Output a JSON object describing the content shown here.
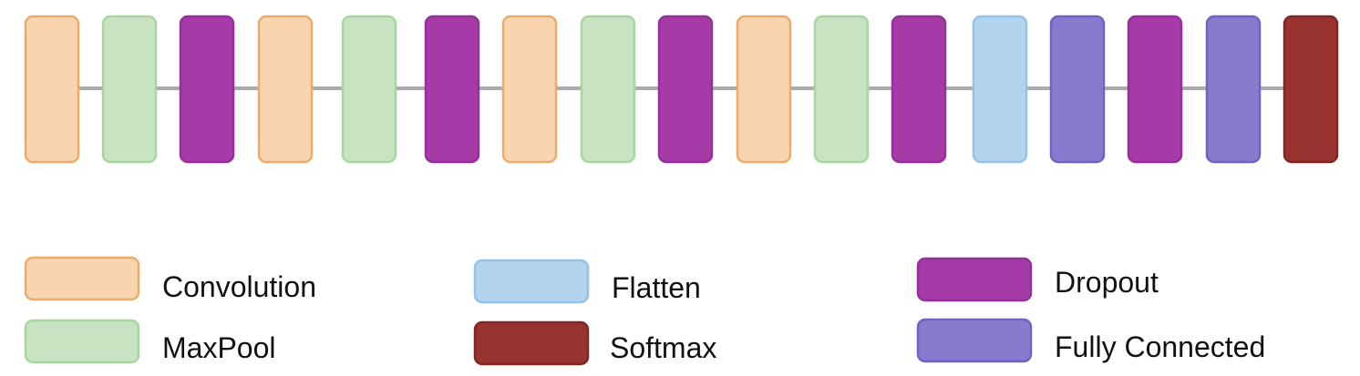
{
  "layer_types": {
    "conv": {
      "label": "Convolution",
      "fill": "#f8d5b0",
      "stroke": "#ebac6c"
    },
    "maxpool": {
      "label": "MaxPool",
      "fill": "#c7e3c2",
      "stroke": "#a8d5a0"
    },
    "dropout": {
      "label": "Dropout",
      "fill": "#a63aa6",
      "stroke": "#93309a"
    },
    "flatten": {
      "label": "Flatten",
      "fill": "#b2d4ef",
      "stroke": "#96c2e6"
    },
    "fc": {
      "label": "Fully Connected",
      "fill": "#877acf",
      "stroke": "#6f62c0"
    },
    "softmax": {
      "label": "Softmax",
      "fill": "#983330",
      "stroke": "#7e2824"
    }
  },
  "connector_color": "#aaaaaa",
  "sequence": [
    "conv",
    "maxpool",
    "dropout",
    "conv",
    "maxpool",
    "dropout",
    "conv",
    "maxpool",
    "dropout",
    "conv",
    "maxpool",
    "dropout",
    "flatten",
    "fc",
    "dropout",
    "fc",
    "softmax"
  ],
  "legend": [
    {
      "type": "conv",
      "label": "Convolution"
    },
    {
      "type": "maxpool",
      "label": "MaxPool"
    },
    {
      "type": "flatten",
      "label": "Flatten"
    },
    {
      "type": "softmax",
      "label": "Softmax"
    },
    {
      "type": "dropout",
      "label": "Dropout"
    },
    {
      "type": "fc",
      "label": "Fully Connected"
    }
  ]
}
